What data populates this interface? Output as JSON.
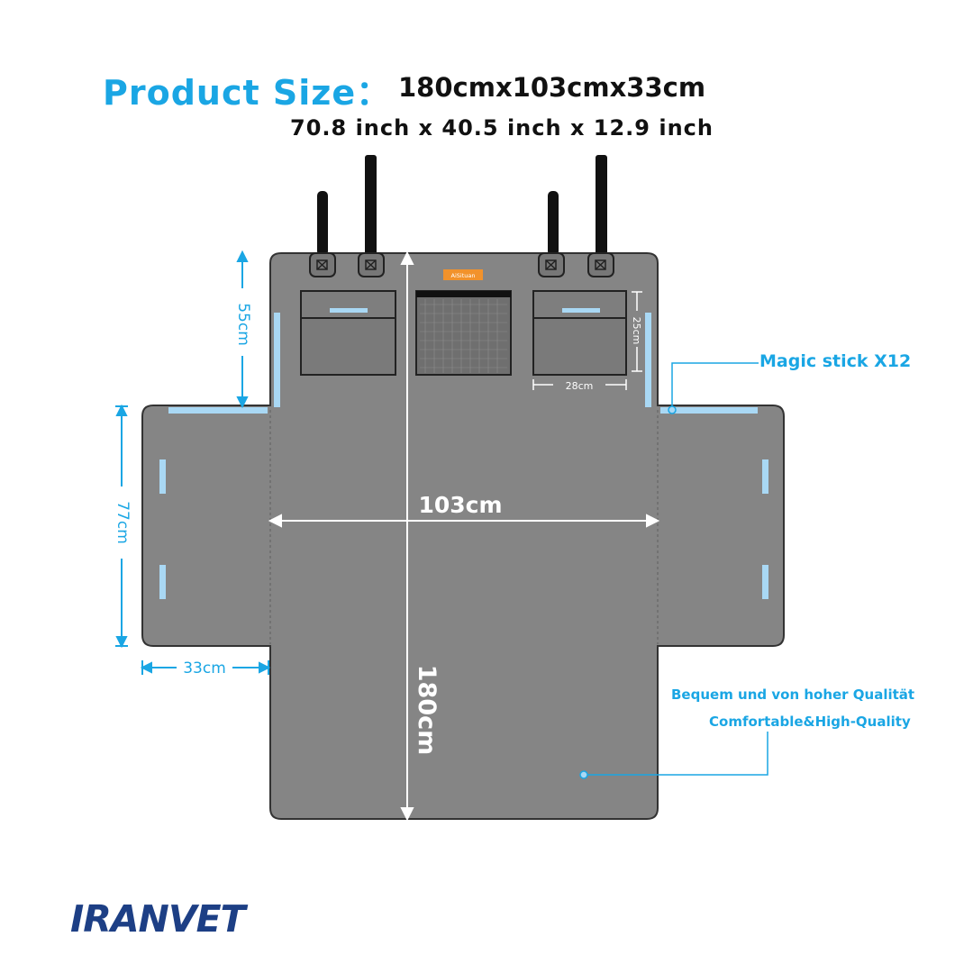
{
  "title": {
    "label": "Product Size：",
    "value": "180cmx103cmx33cm",
    "inch": "70.8 inch x 40.5 inch x 12.9 inch"
  },
  "dimensions": {
    "width": "103cm",
    "length": "180cm",
    "side_flap_height": "77cm",
    "side_flap_width": "33cm",
    "back_height": "55cm",
    "pocket_width": "28cm",
    "pocket_height": "25cm"
  },
  "callouts": {
    "magic_stick": "Magic stick X12",
    "comfort_de": "Bequem und von hoher Qualität",
    "comfort_en": "Comfortable&High-Quality"
  },
  "tag": "AiSituan",
  "logo": "IRANVET",
  "colors": {
    "accent": "#1aa6e4",
    "mat": "#858585",
    "mat_border": "#333333",
    "velcro": "#a9d8f4",
    "logo": "#1d3f85"
  }
}
